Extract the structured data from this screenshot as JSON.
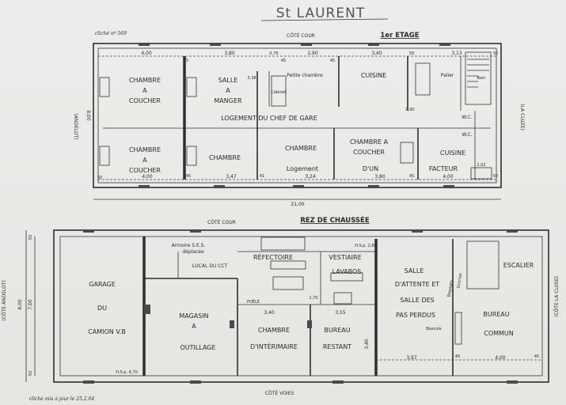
{
  "title": "St LAURENT",
  "cliche_ref": "cliché nº 569",
  "footer_note": "cliché mis à jour le 25.2.64",
  "upper_floor": {
    "heading": "1er ETAGE",
    "top_side": "CÔTÉ COUR",
    "left_side": "(ANDELOT)",
    "right_side": "(LA CLUZE)",
    "height_dim": "8,00",
    "total_width": "21,00",
    "rooms": {
      "chambre1": [
        "CHAMBRE",
        "A",
        "COUCHER"
      ],
      "salle": [
        "SALLE",
        "A",
        "MANGER"
      ],
      "petite": "Petite chambre",
      "cuisine1": "CUISINE",
      "palier": "Palier",
      "logement_chef": "LOGEMENT DU CHEF DE GARE",
      "chambre2": [
        "CHAMBRE",
        "A",
        "COUCHER"
      ],
      "chambre3": "CHAMBRE",
      "chambre4": [
        "CHAMBRE",
        "Logement"
      ],
      "chambre5": [
        "CHAMBRE A",
        "COUCHER",
        "D'UN",
        "FACTEUR"
      ],
      "cuisine2": "CUISINE",
      "wc1": "W.C.",
      "wc2": "W.C.",
      "cabinet": "Cabinet",
      "bain": "Bain"
    },
    "dims_top": [
      "4,00",
      "3,80",
      "0,76",
      "2,90",
      "3,40",
      "3,13"
    ],
    "dims_bottom": [
      "4,00",
      "3,47",
      "3,24",
      "3,80",
      "4,00"
    ],
    "dims_misc": [
      "45",
      "45",
      "3,38",
      "45",
      "50",
      "50",
      "0,90",
      "45",
      "41",
      "45",
      "2,02",
      "50",
      "50"
    ]
  },
  "ground_floor": {
    "heading": "REZ DE CHAUSSÉE",
    "top_side": "CÔTÉ COUR",
    "bottom_side": "CÔTÉ VOIES",
    "left_side": "(CÔTE ANDELOT)",
    "right_side": "(CÔTE LA CLUSE)",
    "height_dims": [
      "8,00",
      "7,00"
    ],
    "side_dims": [
      "50",
      "50"
    ],
    "rooms": {
      "garage": [
        "GARAGE",
        "DU",
        "CAMION V.B"
      ],
      "armoire": [
        "Armoire S.E.S.",
        "déplacée"
      ],
      "local_cct": "LOCAL DU CCT",
      "refectoire": "RÉFECTOIRE",
      "vestiaire": "VESTIAIRE",
      "lavabos": "LAVABOS",
      "hsp": "H.S.p. 2,80",
      "magasin": [
        "MAGASIN",
        "A",
        "OUTILLAGE"
      ],
      "poele": "POÊLE",
      "chambre_int": [
        "CHAMBRE",
        "D'INTÉRIMAIRE"
      ],
      "bureau_restant": [
        "BUREAU",
        "RESTANT"
      ],
      "salle_attente": [
        "SALLE",
        "D'ATTENTE ET",
        "SALLE DES",
        "PAS PERDUS"
      ],
      "guichet": "Guichet",
      "bascule": "Bascule",
      "bureau_commun": [
        "BUREAU",
        "COMMUN"
      ],
      "escalier": "ESCALIER",
      "hsp_left": "H.S.p. 4,70",
      "bagages": "Bagages"
    },
    "dims": [
      "3,40",
      "3,55",
      "3,40",
      "3,97",
      "4,00",
      "45",
      "45",
      "1,70"
    ]
  }
}
